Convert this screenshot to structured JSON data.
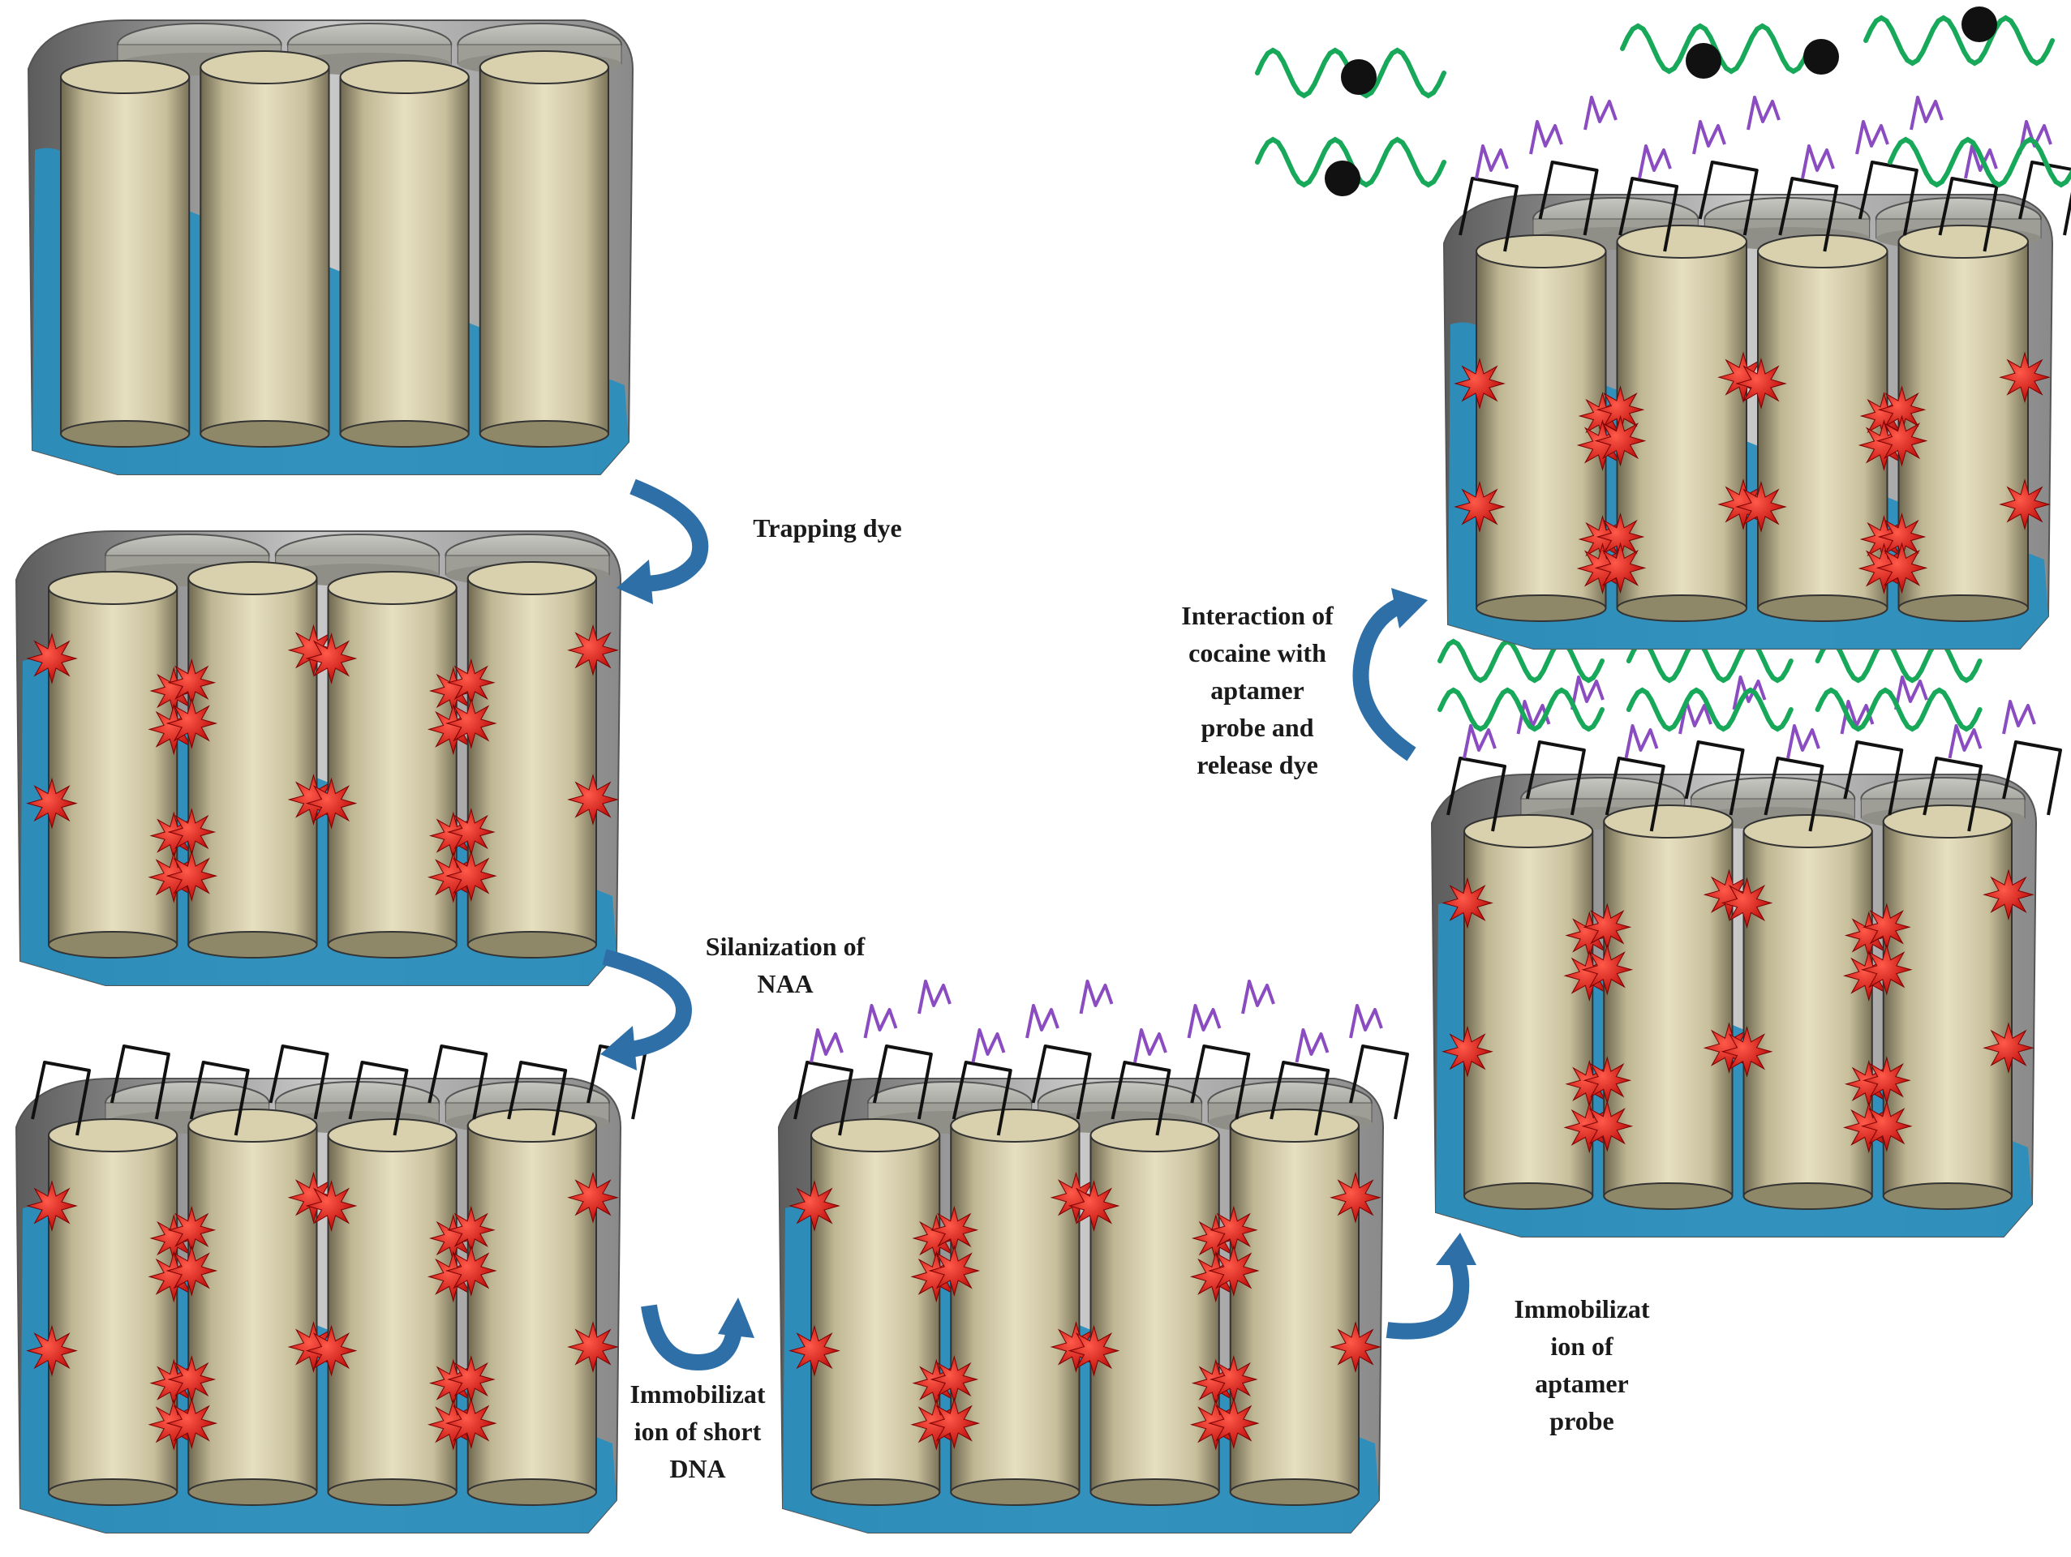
{
  "labels": {
    "step1": [
      "Trapping dye"
    ],
    "step2": [
      "Silanization  of",
      "NAA"
    ],
    "step3": [
      "Immobilizat",
      "ion of short",
      "DNA"
    ],
    "step4": [
      "Immobilizat",
      "ion of",
      "aptamer",
      "probe"
    ],
    "step5": [
      "Interaction of",
      "cocaine with",
      "aptamer",
      "probe and",
      "release dye"
    ]
  },
  "colors": {
    "base_blue": "#2a8fbd",
    "base_grey": "#a9a9a9",
    "pore_tube": "#ddd6b4",
    "dye_star": "#e01010",
    "linker": "#111111",
    "short_dna": "#8a4cc0",
    "aptamer": "#18a85a",
    "cocaine": "#111111",
    "arrow": "#2e6fa8"
  },
  "icons": {
    "block": "nanoporous-alumina-block-icon",
    "dye": "dye-star-icon",
    "linker": "silane-linker-icon",
    "short_dna": "short-dna-strand-icon",
    "aptamer": "aptamer-strand-icon",
    "cocaine": "cocaine-molecule-icon",
    "arrow": "curved-arrow-icon"
  }
}
